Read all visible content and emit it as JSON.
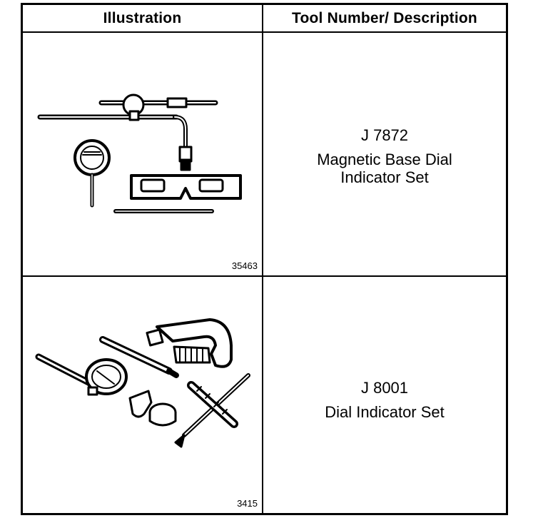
{
  "table": {
    "headers": {
      "illustration": "Illustration",
      "tool": "Tool Number/ Description"
    },
    "rows": [
      {
        "figure_number": "35463",
        "tool_number": "J 7872",
        "description_line1": "Magnetic Base Dial",
        "description_line2": "Indicator Set",
        "icon": "magnetic-base-dial-indicator-illustration"
      },
      {
        "figure_number": "3415",
        "tool_number": "J 8001",
        "description_line1": "Dial Indicator Set",
        "icon": "dial-indicator-set-illustration"
      }
    ]
  }
}
